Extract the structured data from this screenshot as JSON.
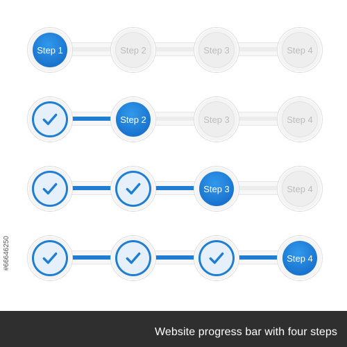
{
  "colors": {
    "accent": "#1f7ed3",
    "inactive_text": "#bcbcbc",
    "caption_bg": "#2f2f2f"
  },
  "rows": [
    {
      "current_step": 1,
      "steps": [
        {
          "label": "Step 1",
          "state": "active"
        },
        {
          "label": "Step 2",
          "state": "inactive"
        },
        {
          "label": "Step 3",
          "state": "inactive"
        },
        {
          "label": "Step 4",
          "state": "inactive"
        }
      ]
    },
    {
      "current_step": 2,
      "steps": [
        {
          "label": "",
          "state": "done",
          "icon": "checkmark-icon"
        },
        {
          "label": "Step 2",
          "state": "active"
        },
        {
          "label": "Step 3",
          "state": "inactive"
        },
        {
          "label": "Step 4",
          "state": "inactive"
        }
      ]
    },
    {
      "current_step": 3,
      "steps": [
        {
          "label": "",
          "state": "done",
          "icon": "checkmark-icon"
        },
        {
          "label": "",
          "state": "done",
          "icon": "checkmark-icon"
        },
        {
          "label": "Step 3",
          "state": "active"
        },
        {
          "label": "Step 4",
          "state": "inactive"
        }
      ]
    },
    {
      "current_step": 4,
      "steps": [
        {
          "label": "",
          "state": "done",
          "icon": "checkmark-icon"
        },
        {
          "label": "",
          "state": "done",
          "icon": "checkmark-icon"
        },
        {
          "label": "",
          "state": "done",
          "icon": "checkmark-icon"
        },
        {
          "label": "Step 4",
          "state": "active"
        }
      ]
    }
  ],
  "caption": "Website progress bar with four steps",
  "stock_id": "#66646250"
}
